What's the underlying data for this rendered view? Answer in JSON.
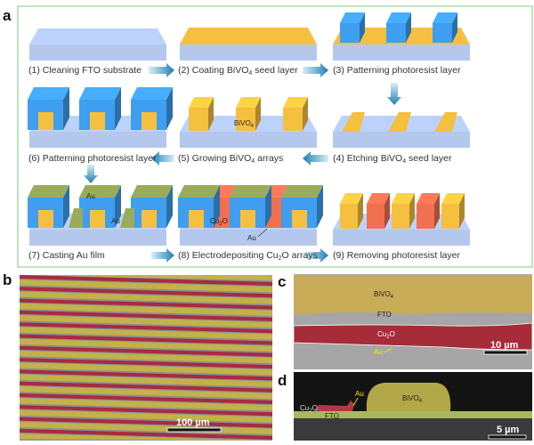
{
  "panels": {
    "a": "a",
    "b": "b",
    "c": "c",
    "d": "d"
  },
  "steps": [
    {
      "pre": "(1) Cleaning FTO substrate",
      "sub": "",
      "post": ""
    },
    {
      "pre": "(2) Coating BiVO",
      "sub": "4",
      "post": " seed layer"
    },
    {
      "pre": "(3) Patterning photoresist layer",
      "sub": "",
      "post": ""
    },
    {
      "pre": "(4) Etching BiVO",
      "sub": "4",
      "post": " seed layer"
    },
    {
      "pre": "(5) Growing BiVO",
      "sub": "4",
      "post": " arrays"
    },
    {
      "pre": "(6) Patterning photoresist layer",
      "sub": "",
      "post": ""
    },
    {
      "pre": "(7) Casting Au film",
      "sub": "",
      "post": ""
    },
    {
      "pre": "(8) Electrodepositing Cu",
      "sub": "2",
      "post": "O arrays"
    },
    {
      "pre": "(9) Removing photoresist layer",
      "sub": "",
      "post": ""
    }
  ],
  "diagram_labels": {
    "bivo4": "BiVO",
    "bivo4_sub": "4",
    "au_top": "Au",
    "au_side": "Au",
    "cu2o": "Cu",
    "cu2o_sub": "2",
    "cu2o_post": "O",
    "au_arrow": "Au"
  },
  "micrographs": {
    "b": {
      "scale": "100 µm"
    },
    "c": {
      "bivo4": "BiVO",
      "sub4": "4",
      "fto": "FTO",
      "cu2o": "Cu",
      "sub2": "2",
      "o": "O",
      "au": "Au",
      "scale": "10 µm"
    },
    "d": {
      "au": "Au",
      "cu2o": "Cu",
      "sub2": "2",
      "o": "O",
      "fto": "FTO",
      "bivo4": "BiVO",
      "sub4": "4",
      "scale": "5 µm"
    }
  },
  "colors": {
    "substrate": "#b4c8ee",
    "bivo4": "#f5c040",
    "photoresist": "#3f9ef0",
    "au": "#9aac5a",
    "cu2o": "#f07050",
    "frame": "#a8dca8",
    "arrow": "#2a8cb8"
  }
}
